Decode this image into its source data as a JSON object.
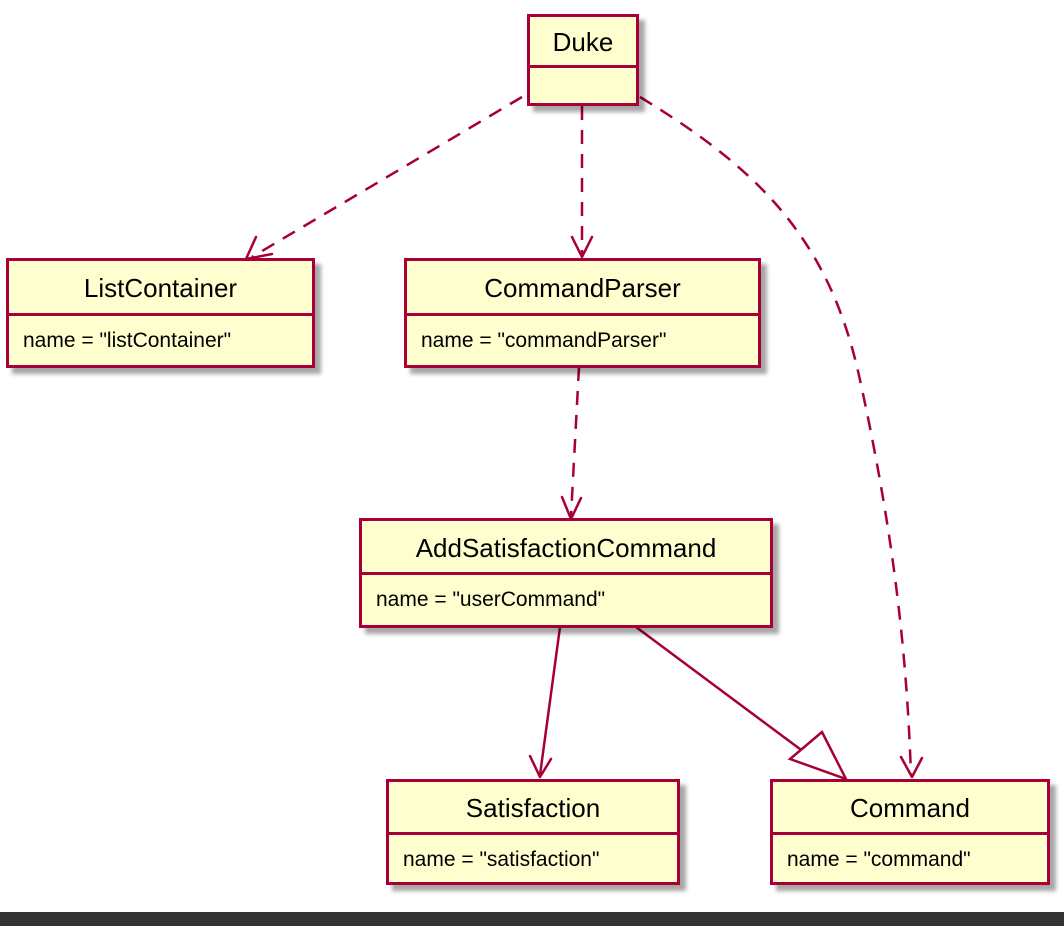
{
  "colors": {
    "box_fill": "#FEFECE",
    "border": "#A80036",
    "arrow": "#A80036",
    "bottom_bar": "#333333"
  },
  "objects": {
    "duke": {
      "name": "Duke",
      "attribute": ""
    },
    "list_container": {
      "name": "ListContainer",
      "attribute": "name = \"listContainer\""
    },
    "command_parser": {
      "name": "CommandParser",
      "attribute": "name = \"commandParser\""
    },
    "add_satisfaction_command": {
      "name": "AddSatisfactionCommand",
      "attribute": "name = \"userCommand\""
    },
    "satisfaction": {
      "name": "Satisfaction",
      "attribute": "name = \"satisfaction\""
    },
    "command": {
      "name": "Command",
      "attribute": "name = \"command\""
    }
  },
  "relations": [
    {
      "from": "Duke",
      "to": "ListContainer",
      "kind": "dependency"
    },
    {
      "from": "Duke",
      "to": "CommandParser",
      "kind": "dependency"
    },
    {
      "from": "Duke",
      "to": "Command",
      "kind": "dependency"
    },
    {
      "from": "CommandParser",
      "to": "AddSatisfactionCommand",
      "kind": "dependency"
    },
    {
      "from": "AddSatisfactionCommand",
      "to": "Satisfaction",
      "kind": "association"
    },
    {
      "from": "AddSatisfactionCommand",
      "to": "Command",
      "kind": "inheritance"
    }
  ]
}
